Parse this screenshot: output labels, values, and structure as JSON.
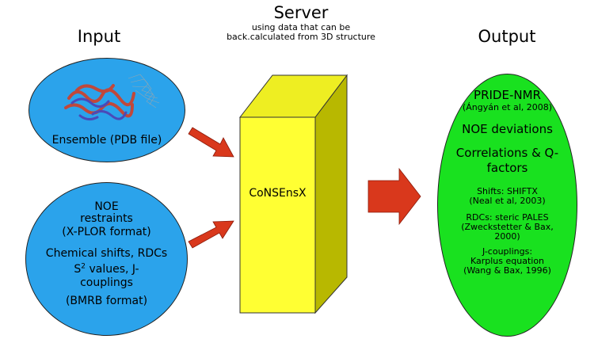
{
  "headings": {
    "input": "Input",
    "server": "Server",
    "server_sub_1": "using data that can be",
    "server_sub_2": "back.calculated from 3D structure",
    "output": "Output"
  },
  "ensemble": {
    "label": "Ensemble (PDB file)"
  },
  "restraints": {
    "lines": [
      "NOE",
      "restraints",
      "(X-PLOR format)",
      "Chemical shifts, RDCs",
      "S",
      " values, J-",
      "couplings",
      "(BMRB format)"
    ],
    "superscript": "2"
  },
  "server_box": {
    "label": "CoNSEnsX"
  },
  "output_items": {
    "pride_title": "PRIDE-NMR",
    "pride_ref": "(Ángyán et al, 2008)",
    "noe": "NOE deviations",
    "corr_1": "Correlations & Q-",
    "corr_2": "factors",
    "shifts_1": "Shifts: SHIFTX",
    "shifts_2": "(Neal et al, 2003)",
    "rdc_1": "RDCs: steric PALES",
    "rdc_2": "(Zweckstetter & Bax,",
    "rdc_3": "2000)",
    "j_1": "J-couplings:",
    "j_2": "Karplus equation",
    "j_3": "(Wang & Bax, 1996)"
  },
  "colors": {
    "input_ellipse": "#2ba3eb",
    "output_ellipse": "#19e11f",
    "box_front": "#ffff33",
    "box_side": "#b8b800",
    "arrow": "#d9381c",
    "protein": "#c0483b"
  },
  "icons": {
    "protein": "protein-structure-icon"
  }
}
